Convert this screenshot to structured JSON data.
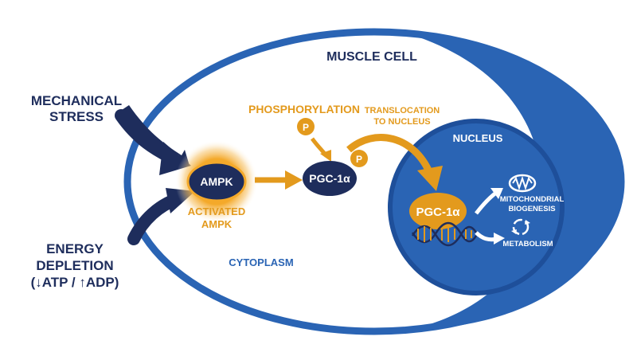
{
  "labels": {
    "muscle_cell": "MUSCLE CELL",
    "mechanical_stress": [
      "MECHANICAL",
      "STRESS"
    ],
    "energy_depletion": [
      "ENERGY",
      "DEPLETION",
      "(↓ATP / ↑ADP)"
    ],
    "ampk": "AMPK",
    "activated_ampk": [
      "ACTIVATED",
      "AMPK"
    ],
    "phosphorylation": "PHOSPHORYLATION",
    "phosphate": "P",
    "pgc1a": "PGC-1α",
    "translocation": [
      "TRANSLOCATION",
      "TO NUCLEUS"
    ],
    "nucleus": "NUCLEUS",
    "mitochondrial_biogenesis": [
      "MITOCHONDRIAL",
      "BIOGENESIS"
    ],
    "metabolism": "METABOLISM",
    "cytoplasm": "CYTOPLASM"
  },
  "colors": {
    "navy": "#1e2d5c",
    "blue": "#2a64b4",
    "blue_dark": "#1f55a3",
    "orange": "#e39a1d",
    "white": "#ffffff"
  },
  "icons": [
    "mitochondrion-icon",
    "cycle-arrows-icon",
    "dna-helix-icon"
  ]
}
